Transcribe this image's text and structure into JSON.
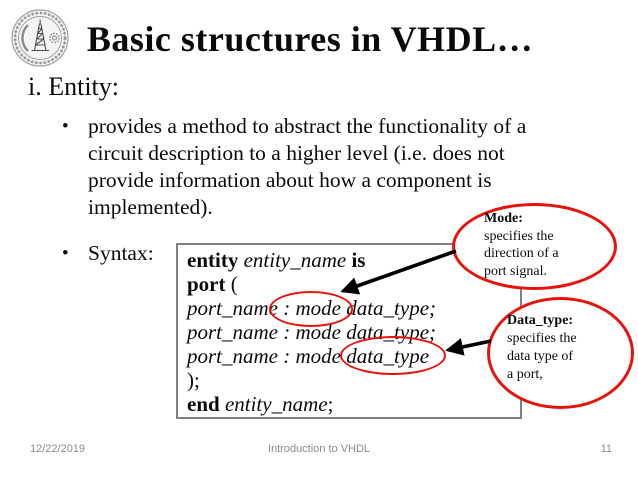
{
  "colors": {
    "accent_red": "#e8120c",
    "box_border_gray": "#808080",
    "footer_gray": "#8a8a8a",
    "text_black": "#0a0a0a"
  },
  "header": {
    "title": "Basic structures in VHDL…"
  },
  "content": {
    "section_heading": "i. Entity:",
    "bullet_marker": "•",
    "bullet1": {
      "lines": [
        "provides a method to abstract the functionality of a",
        "circuit description to a higher level (i.e. does not",
        "provide information about how a component is",
        "implemented)."
      ]
    },
    "bullet2": {
      "label": "Syntax:"
    }
  },
  "code": {
    "l1": {
      "kw1": "entity ",
      "name": "entity_name ",
      "kw2": "is"
    },
    "l2": {
      "kw": "port ",
      "paren": "("
    },
    "l3": "port_name : mode data_type;",
    "l4": "port_name : mode data_type;",
    "l5": "port_name : mode data_type",
    "l6": ");",
    "l7": {
      "kw": "end ",
      "name": "entity_name",
      "semi": ";"
    }
  },
  "callouts": {
    "mode": {
      "title": "Mode:",
      "lines": [
        "specifies the",
        "direction of a",
        "port signal."
      ]
    },
    "data_type": {
      "title": "Data_type:",
      "lines": [
        "specifies the",
        "data type of",
        "a port,"
      ]
    }
  },
  "footer": {
    "date": "12/22/2019",
    "center": "Introduction to VHDL",
    "page": "11"
  }
}
